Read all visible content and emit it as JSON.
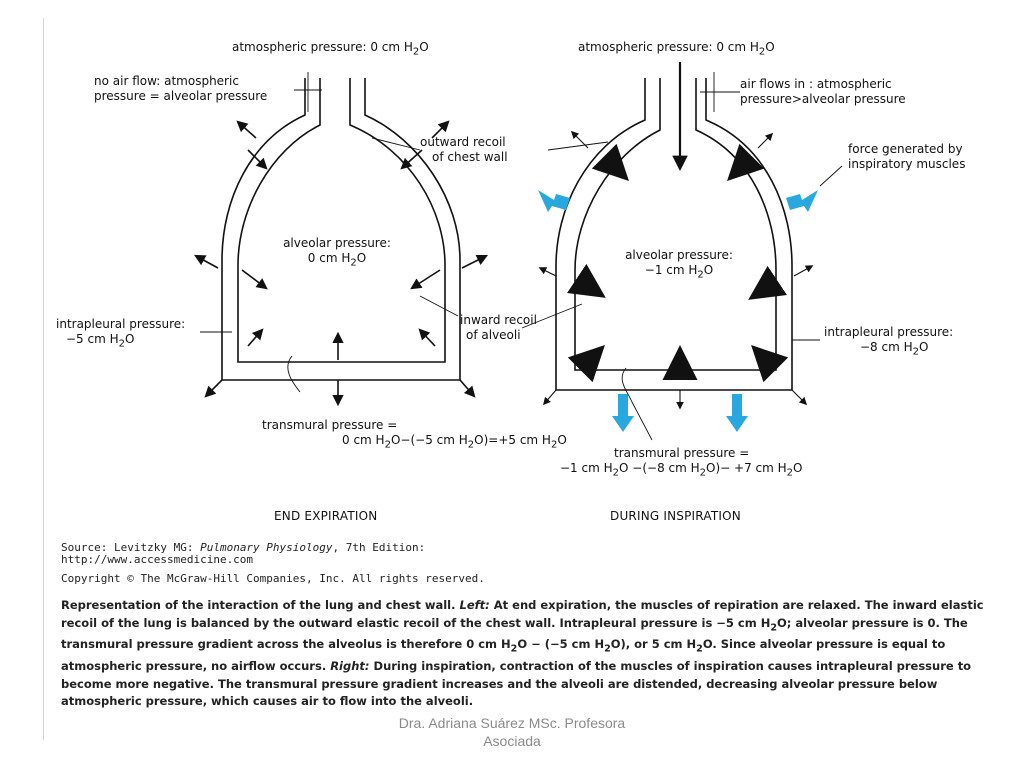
{
  "left": {
    "atmospheric": [
      "atmospheric pressure: 0 cm H",
      "2",
      "O"
    ],
    "no_air_flow": [
      "no air flow: atmospheric",
      "pressure = alveolar pressure"
    ],
    "outward_recoil": [
      "outward recoil",
      "of chest wall"
    ],
    "alveolar_pressure": [
      "alveolar pressure:",
      "0 cm H",
      "2",
      "O"
    ],
    "intrapleural": [
      "intrapleural pressure:",
      "−5 cm H",
      "2",
      "O"
    ],
    "inward_recoil": [
      "inward recoil",
      "of alveoli"
    ],
    "transmural": [
      "transmural pressure =",
      "0 cm H",
      "2",
      "O−(−5 cm H",
      "2",
      "O)=+5 cm H",
      "2",
      "O"
    ],
    "caption": "END EXPIRATION"
  },
  "right": {
    "atmospheric": [
      "atmospheric pressure: 0 cm H",
      "2",
      "O"
    ],
    "air_flows_in": [
      "air flows in : atmospheric",
      "pressure>alveolar pressure"
    ],
    "force": [
      "force generated by",
      "inspiratory muscles"
    ],
    "alveolar_pressure": [
      "alveolar pressure:",
      "−1 cm H",
      "2",
      "O"
    ],
    "intrapleural": [
      "intrapleural pressure:",
      "−8 cm H",
      "2",
      "O"
    ],
    "transmural": [
      "transmural pressure =",
      "−1 cm H",
      "2",
      "O  −(−8 cm H",
      "2",
      "O)− +7 cm H",
      "2",
      "O"
    ],
    "caption": "DURING INSPIRATION"
  },
  "source": {
    "prefix": "Source: Levitzky MG: ",
    "book": "Pulmonary Physiology",
    "suffix": ", 7th Edition:",
    "url": "http://www.accessmedicine.com",
    "copyright": "Copyright © The McGraw-Hill Companies, Inc. All rights reserved."
  },
  "description": {
    "p1": "Representation of the interaction of the lung and chest wall. ",
    "left_word": "Left:",
    "p2": " At end expiration, the muscles of repiration are relaxed. The inward elastic recoil of the lung is balanced by the outward elastic recoil of the chest wall. Intrapleural pressure is −5 cm H",
    "s1": "2",
    "p3": "O; alveolar pressure is 0. The transmural pressure gradient across the alveolus is therefore 0 cm H",
    "s2": "2",
    "p4": "O − (−5 cm H",
    "s3": "2",
    "p5": "O), or 5 cm H",
    "s4": "2",
    "p6": "O. Since alveolar pressure is equal to atmospheric pressure, no airflow occurs. ",
    "right_word": "Right:",
    "p7": " During inspiration, contraction of the muscles of inspiration causes intrapleural pressure to become more negative. The transmural pressure gradient increases and the alveoli are distended, decreasing alveolar pressure below atmospheric pressure, which causes air to flow into the alveoli."
  },
  "footer": [
    "Dra. Adriana Suárez MSc. Profesora",
    "Asociada"
  ],
  "colors": {
    "blue_arrow": "#29a8e0",
    "ink": "#111111",
    "footer_text": "#8a8a8a"
  }
}
